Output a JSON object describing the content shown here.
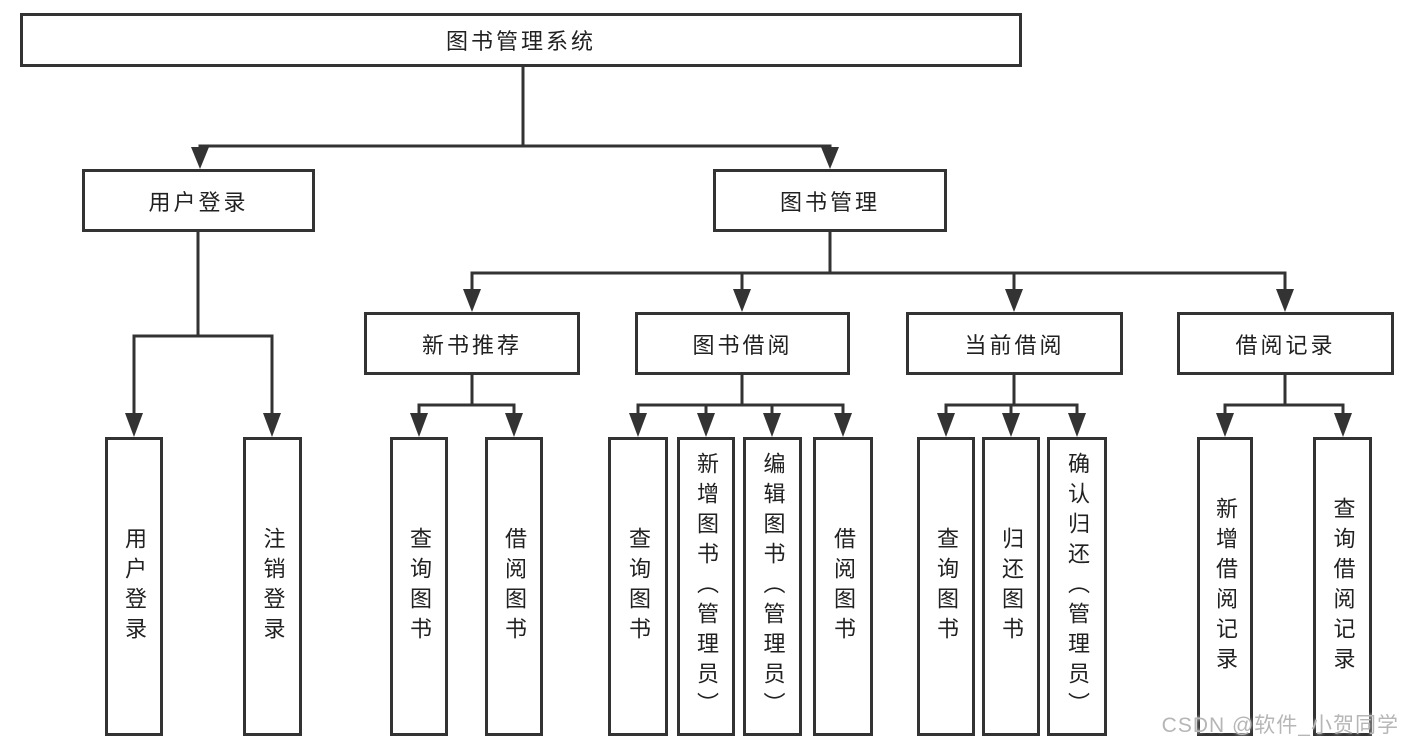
{
  "colors": {
    "line": "#333333",
    "box_border": "#333333",
    "text": "#212121",
    "watermark": "#b6b6b6",
    "background": "#ffffff"
  },
  "tree": {
    "root": {
      "label": "图书管理系统"
    },
    "branches": [
      {
        "label": "用户登录",
        "children": [
          {
            "label": "用户登录"
          },
          {
            "label": "注销登录"
          }
        ]
      },
      {
        "label": "图书管理",
        "sections": [
          {
            "label": "新书推荐",
            "children": [
              {
                "label": "查询图书"
              },
              {
                "label": "借阅图书"
              }
            ]
          },
          {
            "label": "图书借阅",
            "children": [
              {
                "label": "查询图书"
              },
              {
                "label": "新增图书（管理员）"
              },
              {
                "label": "编辑图书（管理员）"
              },
              {
                "label": "借阅图书"
              }
            ]
          },
          {
            "label": "当前借阅",
            "children": [
              {
                "label": "查询图书"
              },
              {
                "label": "归还图书"
              },
              {
                "label": "确认归还（管理员）"
              }
            ]
          },
          {
            "label": "借阅记录",
            "children": [
              {
                "label": "新增借阅记录"
              },
              {
                "label": "查询借阅记录"
              }
            ]
          }
        ]
      }
    ]
  },
  "watermark": {
    "text": "CSDN @软件_小贺同学"
  }
}
